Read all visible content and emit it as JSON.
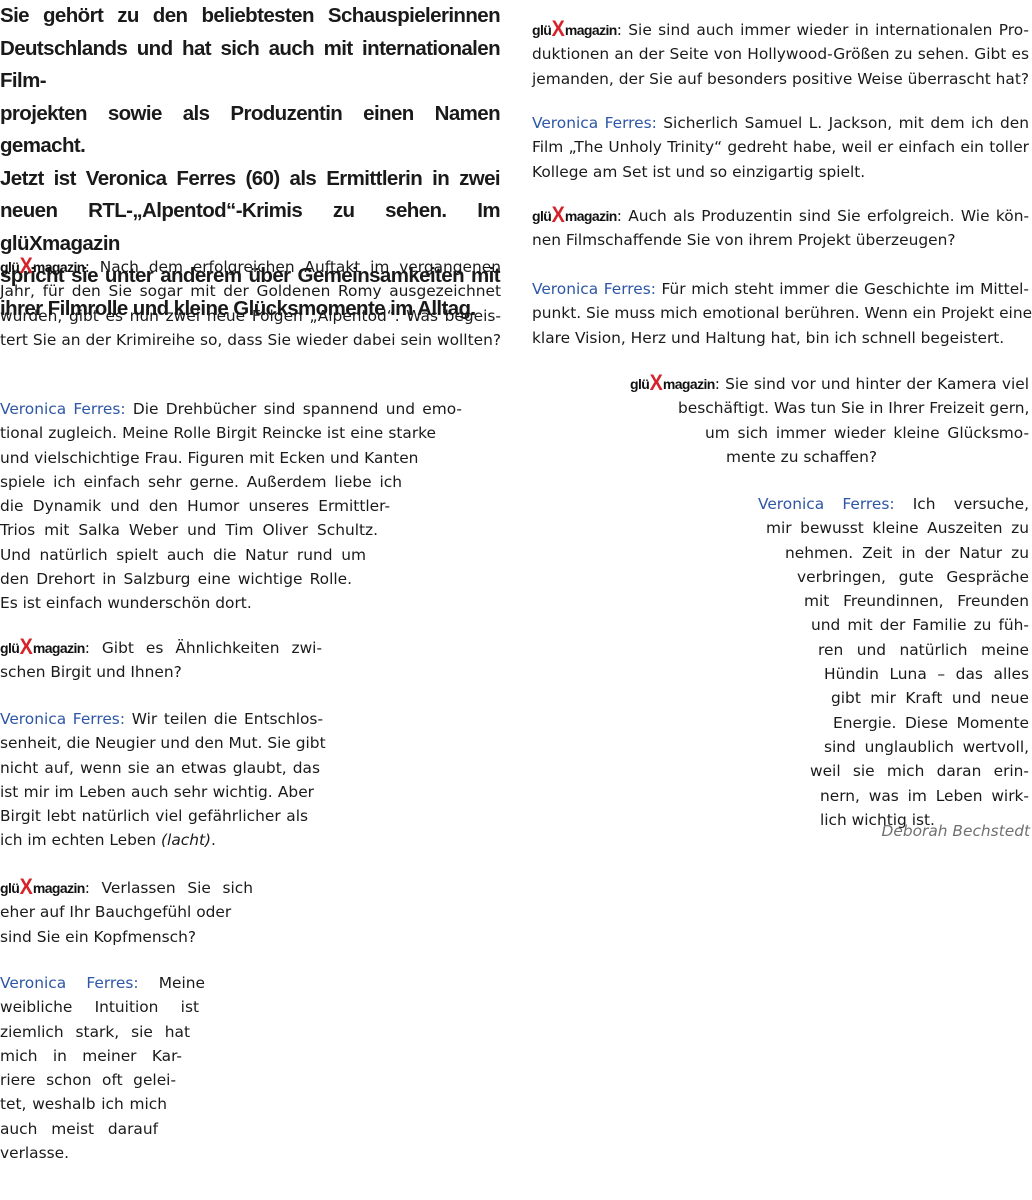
{
  "intro": {
    "lines": [
      "Sie gehört zu den beliebtesten Schauspielerinnen",
      "Deutschlands und hat sich auch mit internationalen Film-",
      "projekten sowie als Produzentin einen Namen gemacht.",
      "Jetzt ist Veronica Ferres (60) als Ermittlerin in zwei",
      "neuen RTL-„Alpentod“-Krimis zu sehen. Im glüXmagazin",
      "spricht sie unter anderem über Gemeinsamkeiten mit",
      "ihrer Filmrolle und kleine Glücksmomente im Alltag."
    ]
  },
  "brand": {
    "pre": "glü",
    "x": "X",
    "post": "magazin"
  },
  "speaker": "Veronica Ferres:",
  "blocks": {
    "q1": {
      "lines": [
        ": Nach dem erfolgreichen Auftakt im vergangenen",
        "Jahr, für den Sie sogar mit der Goldenen Romy ausgezeichnet",
        "wurden, gibt es nun zwei neue Folgen „Alpentod“. Was begeis-",
        "tert Sie an der Krimireihe so, dass Sie wieder dabei sein wollten?"
      ]
    },
    "a1": {
      "lines": [
        " Die Drehbücher sind spannend und emo-",
        "tional zugleich. Meine Rolle Birgit Reincke ist eine starke",
        "und vielschichtige Frau. Figuren mit Ecken und Kanten",
        "spiele ich einfach sehr gerne. Außerdem liebe ich",
        "die Dynamik und den Humor unseres Ermittler-",
        "Trios mit Salka Weber und Tim Oliver Schultz.",
        "Und natürlich spielt auch die Natur rund um",
        "den Drehort in Salzburg eine wichtige Rolle.",
        "Es ist einfach wunderschön dort."
      ]
    },
    "q2": {
      "lines": [
        ": Gibt es Ähnlichkeiten zwi-",
        "schen Birgit und Ihnen?"
      ]
    },
    "a2": {
      "lines": [
        " Wir teilen die Entschlos-",
        "senheit, die Neugier und den Mut. Sie gibt",
        "nicht auf, wenn sie an etwas glaubt, das",
        "ist mir im Leben auch sehr wichtig. Aber",
        "Birgit lebt natürlich viel gefährlicher als",
        "ich im echten Leben "
      ],
      "italic": "(lacht)",
      "tail": "."
    },
    "q3": {
      "lines": [
        ": Verlassen Sie sich",
        "eher auf Ihr Bauchgefühl oder",
        "sind Sie ein Kopfmensch?"
      ]
    },
    "a3": {
      "lines": [
        " Meine",
        "weibliche Intuition ist",
        "ziemlich stark, sie hat",
        "mich in meiner Kar-",
        "riere schon oft gelei-",
        "tet, weshalb ich mich",
        "auch meist darauf",
        "verlasse."
      ]
    },
    "q4": {
      "lines": [
        ": Sie sind auch immer wieder in internationalen Pro-",
        "duktionen an der Seite von Hollywood-Größen zu sehen. Gibt es",
        "jemanden, der Sie auf besonders positive Weise überrascht hat?"
      ]
    },
    "a4": {
      "lines": [
        " Sicherlich Samuel L. Jackson, mit dem ich den",
        "Film „The Unholy Trinity“ gedreht habe, weil er einfach ein toller",
        "Kollege am Set ist und so einzigartig spielt."
      ]
    },
    "q5": {
      "lines": [
        ": Auch als Produzentin sind Sie erfolgreich. Wie kön-",
        "nen Filmschaffende Sie von ihrem Projekt überzeugen?"
      ]
    },
    "a5": {
      "lines": [
        " Für mich steht immer die Geschichte im Mittel-",
        "punkt. Sie muss mich emotional berühren. Wenn ein Projekt eine",
        "klare Vision, Herz und Haltung hat, bin ich schnell begeistert."
      ]
    },
    "q6": {
      "lines": [
        ": Sie sind vor und hinter der Kamera viel",
        "beschäftigt. Was tun Sie in Ihrer Freizeit gern,",
        "um sich immer wieder kleine Glücksmo-",
        "mente zu schaffen?"
      ]
    },
    "a6": {
      "lines": [
        " Ich versuche,",
        "mir bewusst kleine Auszeiten zu",
        "nehmen. Zeit in der Natur zu",
        "verbringen, gute Gespräche",
        "mit Freundinnen, Freunden",
        "und mit der Familie zu füh-",
        "ren und natürlich meine",
        "Hündin Luna – das alles",
        "gibt mir Kraft und neue",
        "Energie. Diese Momente",
        "sind unglaublich wertvoll,",
        "weil sie mich daran erin-",
        "nern, was im Leben wirk-",
        "lich wichtig ist."
      ]
    }
  },
  "signature": "Deborah Bechstedt"
}
